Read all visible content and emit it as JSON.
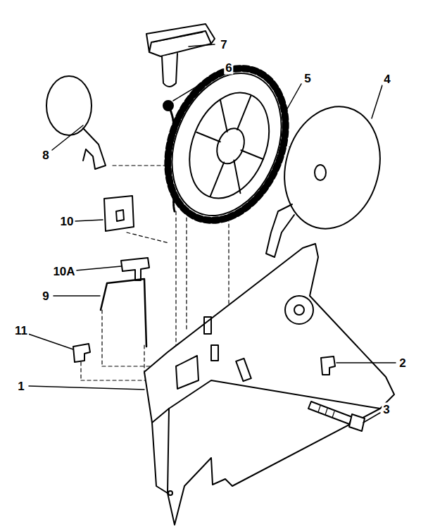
{
  "diagram": {
    "labels": [
      "7",
      "6",
      "5",
      "4",
      "8",
      "10",
      "10A",
      "9",
      "11",
      "1",
      "2",
      "3"
    ]
  }
}
